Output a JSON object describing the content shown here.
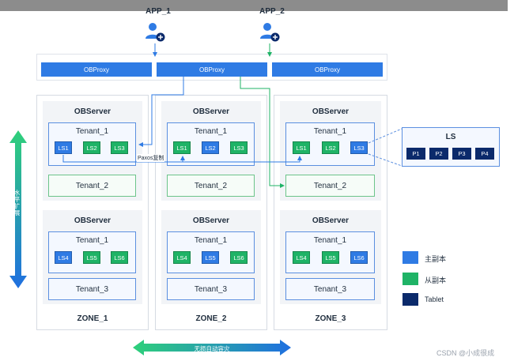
{
  "apps": [
    "APP_1",
    "APP_2"
  ],
  "proxies": [
    "OBProxy",
    "OBProxy",
    "OBProxy"
  ],
  "zones": [
    {
      "label": "ZONE_1",
      "servers": [
        {
          "title": "OBServer",
          "tenant_main": "Tenant_1",
          "ls": [
            "LS1",
            "LS2",
            "LS3"
          ],
          "tenant_sub": "Tenant_2"
        },
        {
          "title": "OBServer",
          "tenant_main": "Tenant_1",
          "ls": [
            "LS4",
            "LS5",
            "LS6"
          ],
          "tenant_sub": "Tenant_3"
        }
      ]
    },
    {
      "label": "ZONE_2",
      "servers": [
        {
          "title": "OBServer",
          "tenant_main": "Tenant_1",
          "ls": [
            "LS1",
            "LS2",
            "LS3"
          ],
          "tenant_sub": "Tenant_2"
        },
        {
          "title": "OBServer",
          "tenant_main": "Tenant_1",
          "ls": [
            "LS4",
            "LS5",
            "LS6"
          ],
          "tenant_sub": "Tenant_3"
        }
      ]
    },
    {
      "label": "ZONE_3",
      "servers": [
        {
          "title": "OBServer",
          "tenant_main": "Tenant_1",
          "ls": [
            "LS1",
            "LS2",
            "LS3"
          ],
          "tenant_sub": "Tenant_2"
        },
        {
          "title": "OBServer",
          "tenant_main": "Tenant_1",
          "ls": [
            "LS4",
            "LS5",
            "LS6"
          ],
          "tenant_sub": "Tenant_3"
        }
      ]
    }
  ],
  "paxos_label": "Paxos复制",
  "ls_detail": {
    "title": "LS",
    "partitions": [
      "P1",
      "P2",
      "P3",
      "P4"
    ]
  },
  "legend": [
    {
      "label": "主副本",
      "color": "#2f7be4"
    },
    {
      "label": "从副本",
      "color": "#1fb366"
    },
    {
      "label": "Tablet",
      "color": "#0b2a6b"
    }
  ],
  "horizontal_scale": "水平扩展",
  "auto_failover": "无损自动容灾",
  "watermark": "CSDN @小成很成",
  "colors": {
    "leader": "#2f7be4",
    "follower": "#1fb366",
    "tablet": "#0b2a6b",
    "arrow_gradient": [
      "#2fd07a",
      "#1f6fe0"
    ]
  }
}
